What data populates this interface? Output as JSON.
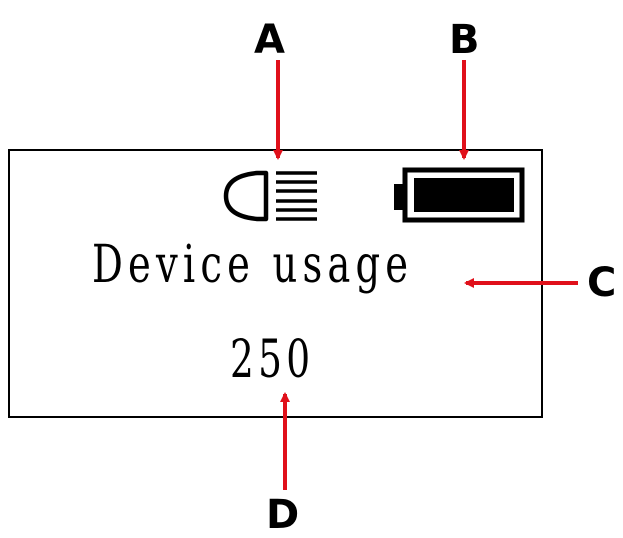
{
  "callouts": {
    "a": "A",
    "b": "B",
    "c": "C",
    "d": "D"
  },
  "display": {
    "title": "Device usage",
    "value": "250",
    "light_icon": "headlight-icon",
    "battery_icon": "battery-full-icon",
    "battery_level": 1.0
  },
  "colors": {
    "arrow": "#e0101a",
    "ink": "#000000"
  }
}
